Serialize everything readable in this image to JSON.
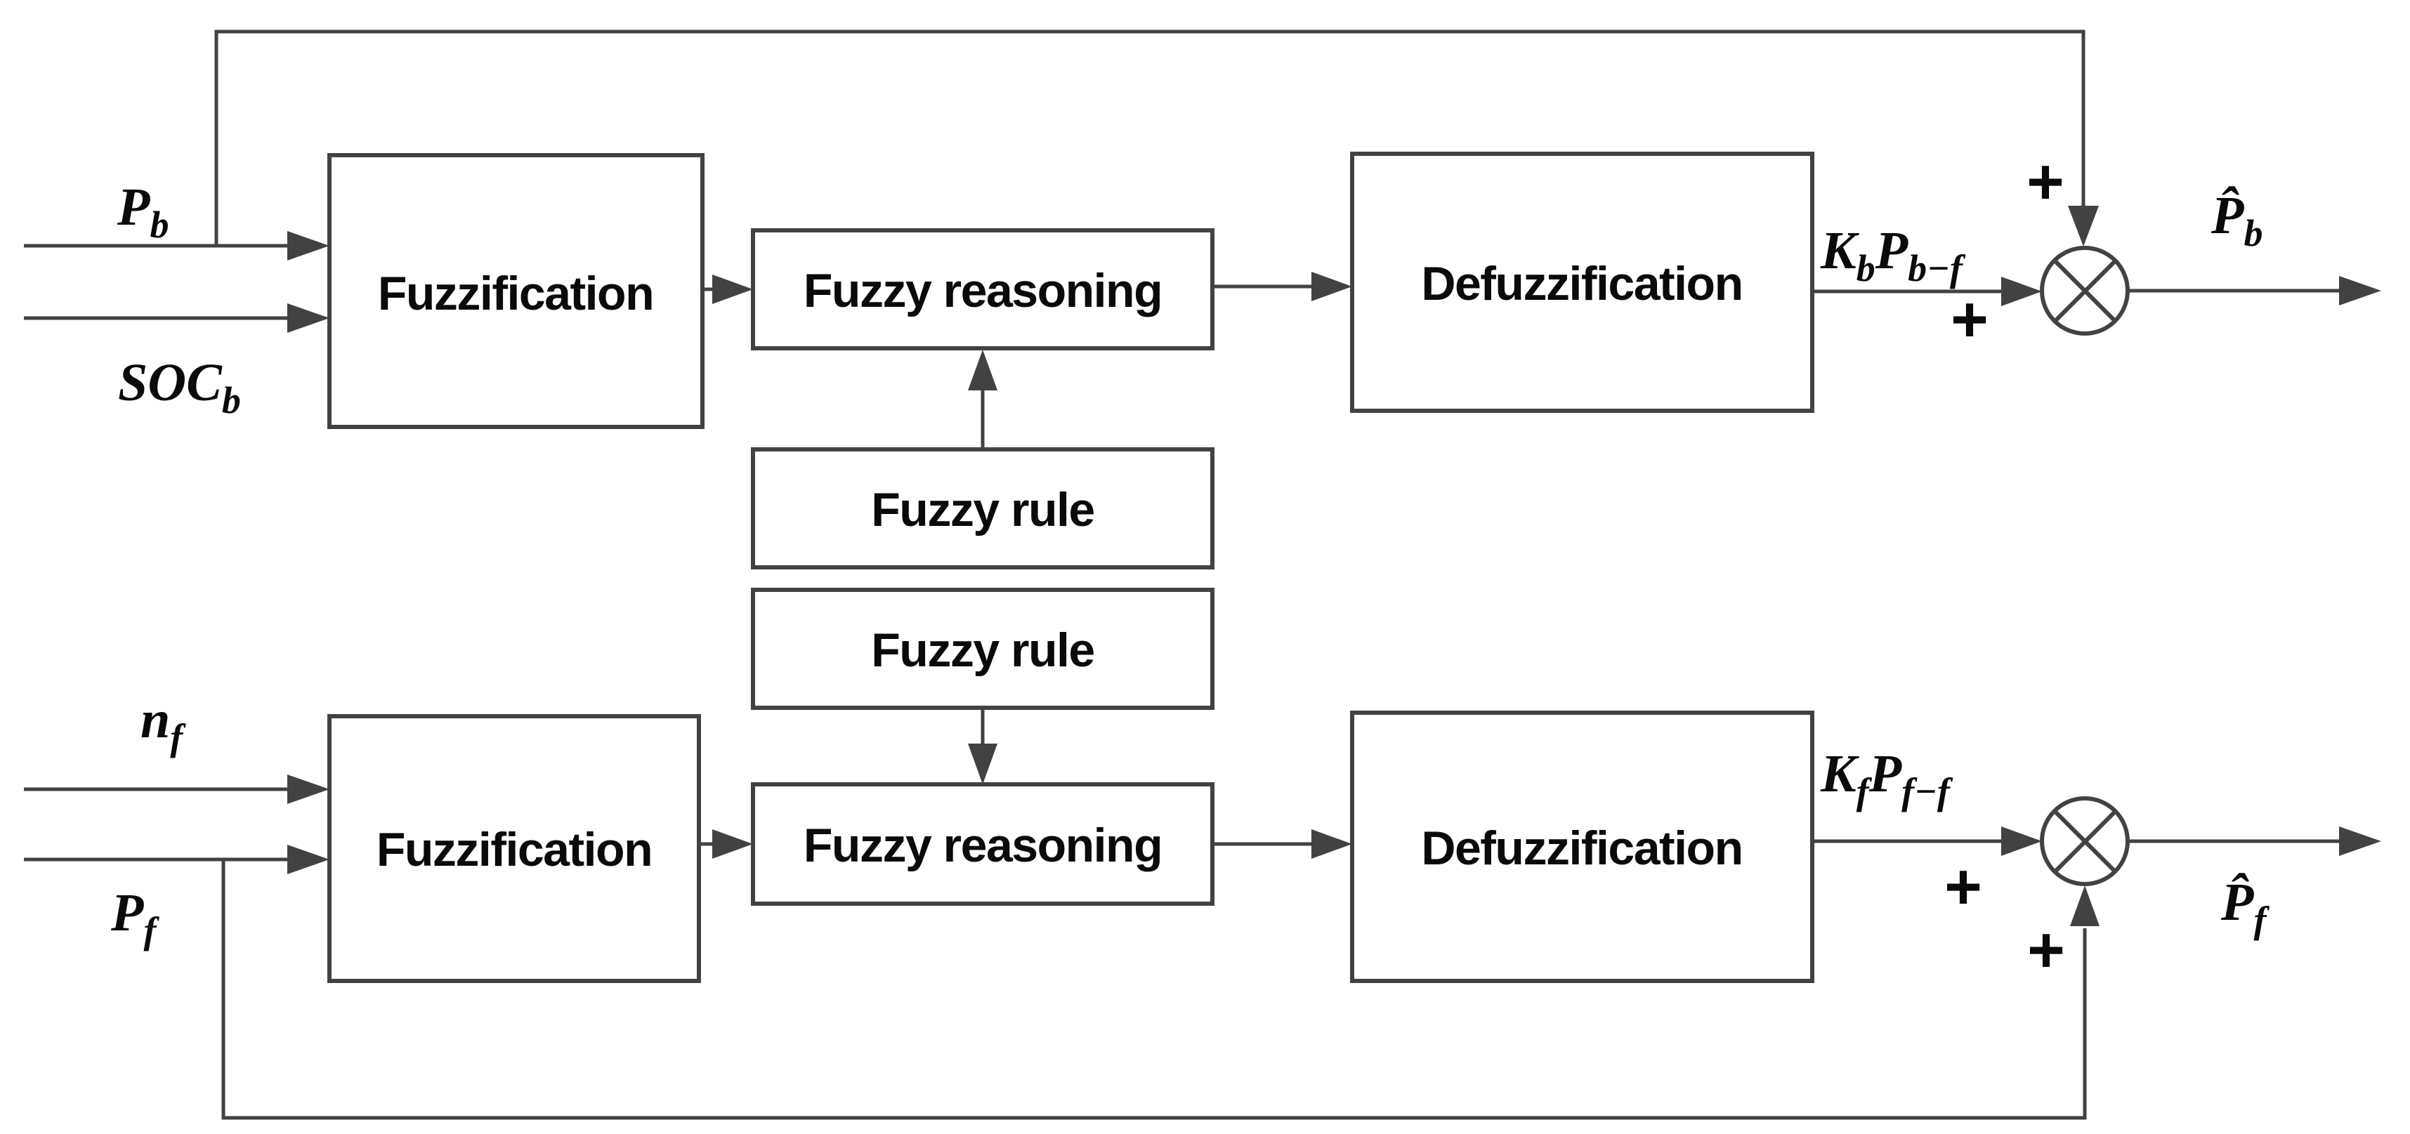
{
  "diagram": {
    "boxes": {
      "fuzzification_top": {
        "label": "Fuzzification"
      },
      "fuzzy_reasoning_top": {
        "label": "Fuzzy reasoning"
      },
      "defuzzification_top": {
        "label": "Defuzzification"
      },
      "fuzzy_rule_upper": {
        "label": "Fuzzy rule"
      },
      "fuzzy_rule_lower": {
        "label": "Fuzzy rule"
      },
      "fuzzification_bottom": {
        "label": "Fuzzification"
      },
      "fuzzy_reasoning_bottom": {
        "label": "Fuzzy reasoning"
      },
      "defuzzification_bottom": {
        "label": "Defuzzification"
      }
    },
    "signals": {
      "input_pb": {
        "base": "P",
        "sub": "b"
      },
      "input_socb": {
        "base": "SOC",
        "sub": "b"
      },
      "input_nf": {
        "base": "n",
        "sub": "f"
      },
      "input_pf": {
        "base": "P",
        "sub": "f"
      },
      "gain_top": {
        "k": "K",
        "k_sub": "b",
        "p": "P",
        "p_sub": "b−f"
      },
      "gain_bottom": {
        "k": "K",
        "k_sub": "f",
        "p": "P",
        "p_sub": "f−f"
      },
      "output_top": {
        "base": "P̂",
        "sub": "b"
      },
      "output_bottom": {
        "base": "P̂",
        "sub": "f"
      },
      "plus_sign": "+"
    },
    "colors": {
      "line": "#424242",
      "text": "#0a0a0a",
      "background": "#ffffff"
    }
  }
}
